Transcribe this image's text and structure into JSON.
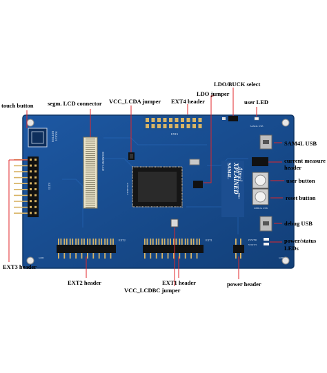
{
  "labels": {
    "ldo_buck_select": "LDO/BUCK select",
    "ldo_jumper": "LDO jumper",
    "user_led": "user LED",
    "touch_button": "touch button",
    "segm_lcd_connector": "segm. LCD connector",
    "vcc_lcda_jumper": "VCC_LCDA jumper",
    "ext4_header": "EXT4 header",
    "sam4l_usb": "SAM4L USB",
    "current_measure_header_line1": "current measure",
    "current_measure_header_line2": "header",
    "user_button": "user button",
    "reset_button": "reset button",
    "debug_usb": "debug USB",
    "power_status_leds_line1": "power/status",
    "power_status_leds_line2": "LEDs",
    "ext3_header": "EXT3 header",
    "ext2_header": "EXT2 header",
    "ext1_header": "EXT1 header",
    "power_header": "power header",
    "vcc_lcdbc_jumper": "VCC_LCDBC jumper"
  },
  "board": {
    "brand": "Atmel",
    "product_line1": "SAM4L",
    "product_line2": "XPLAINED",
    "product_line3": "PRO",
    "silk": {
      "touch": "TOUCH",
      "button": "BUTTON",
      "sam4l_usb": "SAM4L USB",
      "debug_usb": "DEBUG USB",
      "power": "POWER",
      "status": "STATUS",
      "lcd": "SEGMENT LCD",
      "ext1": "EXT1",
      "ext2": "EXT2",
      "ext3": "EXT3",
      "ext4": "EXT4",
      "gnd": "GND",
      "chip": "ATSAM4LC"
    }
  },
  "colors": {
    "pcb": "#174a8c",
    "pcb_edge": "#0f3565",
    "gold": "#d8b465",
    "black_part": "#111111",
    "red_line": "#e0262a"
  }
}
